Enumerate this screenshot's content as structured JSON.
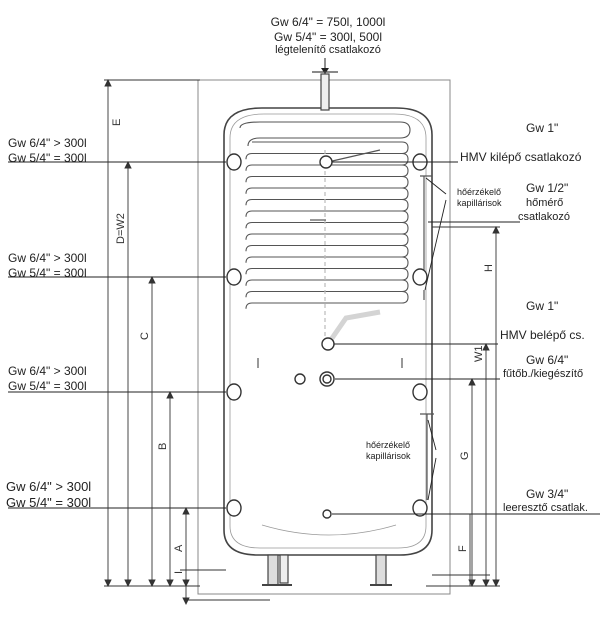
{
  "top": {
    "line1": "Gw 6/4\" = 750l, 1000l",
    "line2": "Gw 5/4\" = 300l, 500l",
    "line3": "légtelenítő csatlakozó"
  },
  "left_connections": [
    {
      "line1": "Gw 6/4\" > 300l",
      "line2": "Gw 5/4\" = 300l"
    },
    {
      "line1": "Gw 6/4\" > 300l",
      "line2": "Gw 5/4\" = 300l"
    },
    {
      "line1": "Gw 6/4\" > 300l",
      "line2": "Gw 5/4\" = 300l"
    },
    {
      "line1": "Gw 6/4\" > 300l",
      "line2": "Gw 5/4\" = 300l"
    }
  ],
  "right": {
    "gw1_top": "Gw 1\"",
    "hmv_out": "HMV kilépő csatlakozó",
    "gw_half": "Gw 1/2\"",
    "thermo1": "hőmérő",
    "thermo2": "csatlakozó",
    "gw1_mid": "Gw 1\"",
    "hmv_in": "HMV belépő cs.",
    "gw64": "Gw 6/4\"",
    "heater": "fűtőb./kiegészítő",
    "gw34": "Gw 3/4\"",
    "drain": "leeresztő csatlak."
  },
  "inner": {
    "sensor_top_1": "hőérzékelő",
    "sensor_top_2": "kapillárisok",
    "sensor_bot_1": "hőérzékelő",
    "sensor_bot_2": "kapillárisok"
  },
  "dims": {
    "E": "E",
    "D": "D=W2",
    "C": "C",
    "B": "B",
    "A": "A",
    "I": "I",
    "H": "H",
    "W1": "W1",
    "G": "G",
    "F": "F"
  }
}
